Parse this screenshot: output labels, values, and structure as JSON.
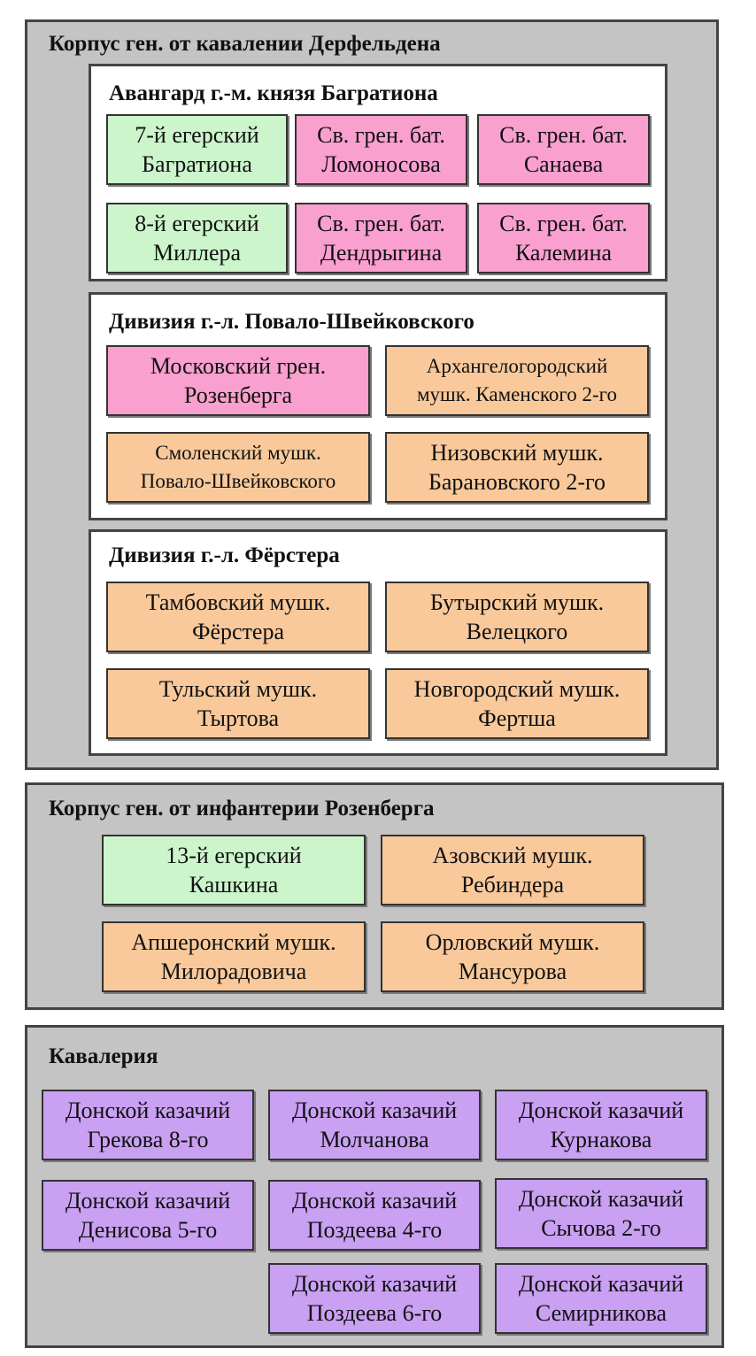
{
  "corps1": {
    "title": "Корпус ген. от кавалении Дерфельдена",
    "groups": [
      {
        "title": "Авангард г.-м. князя Багратиона",
        "units": [
          {
            "line1": "7-й егерский",
            "line2": "Багратиона",
            "color": "#ccf5cc"
          },
          {
            "line1": "Св. грен. бат.",
            "line2": "Ломоносова",
            "color": "#f9a0cf"
          },
          {
            "line1": "Св. грен. бат.",
            "line2": "Санаева",
            "color": "#f9a0cf"
          },
          {
            "line1": "8-й егерский",
            "line2": "Миллера",
            "color": "#ccf5cc"
          },
          {
            "line1": "Св. грен. бат.",
            "line2": "Дендрыгина",
            "color": "#f9a0cf"
          },
          {
            "line1": "Св. грен. бат.",
            "line2": "Калемина",
            "color": "#f9a0cf"
          }
        ]
      },
      {
        "title": "Дивизия г.-л. Повало-Швейковского",
        "units": [
          {
            "line1": "Московский грен.",
            "line2": "Розенберга",
            "color": "#f9a0cf"
          },
          {
            "line1": "Архангелогородский",
            "line2": "мушк. Каменского 2-го",
            "color": "#f9c99b"
          },
          {
            "line1": "Смоленский мушк.",
            "line2": "Повало-Швейковского",
            "color": "#f9c99b"
          },
          {
            "line1": "Низовский мушк.",
            "line2": "Барановского 2-го",
            "color": "#f9c99b"
          }
        ]
      },
      {
        "title": "Дивизия г.-л. Фёрстера",
        "units": [
          {
            "line1": "Тамбовский  мушк.",
            "line2": "Фёрстера",
            "color": "#f9c99b"
          },
          {
            "line1": "Бутырский мушк.",
            "line2": "Велецкого",
            "color": "#f9c99b"
          },
          {
            "line1": "Тульский  мушк.",
            "line2": "Тыртова",
            "color": "#f9c99b"
          },
          {
            "line1": "Новгородский мушк.",
            "line2": "Фертша",
            "color": "#f9c99b"
          }
        ]
      }
    ]
  },
  "corps2": {
    "title": "Корпус ген. от инфантерии Розенберга",
    "units": [
      {
        "line1": "13-й егерский",
        "line2": "Кашкина",
        "color": "#ccf5cc"
      },
      {
        "line1": "Азовский  мушк.",
        "line2": "Ребиндера",
        "color": "#f9c99b"
      },
      {
        "line1": "Апшеронский мушк.",
        "line2": "Милорадовича",
        "color": "#f9c99b"
      },
      {
        "line1": "Орловский  мушк.",
        "line2": "Мансурова",
        "color": "#f9c99b"
      }
    ]
  },
  "cavalry": {
    "title": "Кавалерия",
    "units": [
      {
        "line1": "Донской казачий",
        "line2": "Грекова 8-го",
        "color": "#c9a0f2"
      },
      {
        "line1": "Донской казачий",
        "line2": "Молчанова",
        "color": "#c9a0f2"
      },
      {
        "line1": "Донской казачий",
        "line2": "Курнакова",
        "color": "#c9a0f2"
      },
      {
        "line1": "Донской казачий",
        "line2": "Денисова 5-го",
        "color": "#c9a0f2"
      },
      {
        "line1": "Донской казачий",
        "line2": "Поздеева 4-го",
        "color": "#c9a0f2"
      },
      {
        "line1": "Донской казачий",
        "line2": "Сычова 2-го",
        "color": "#c9a0f2"
      },
      {
        "line1": "Донской казачий",
        "line2": "Поздеева 6-го",
        "color": "#c9a0f2"
      },
      {
        "line1": "Донской казачий",
        "line2": "Семирникова",
        "color": "#c9a0f2"
      }
    ]
  }
}
